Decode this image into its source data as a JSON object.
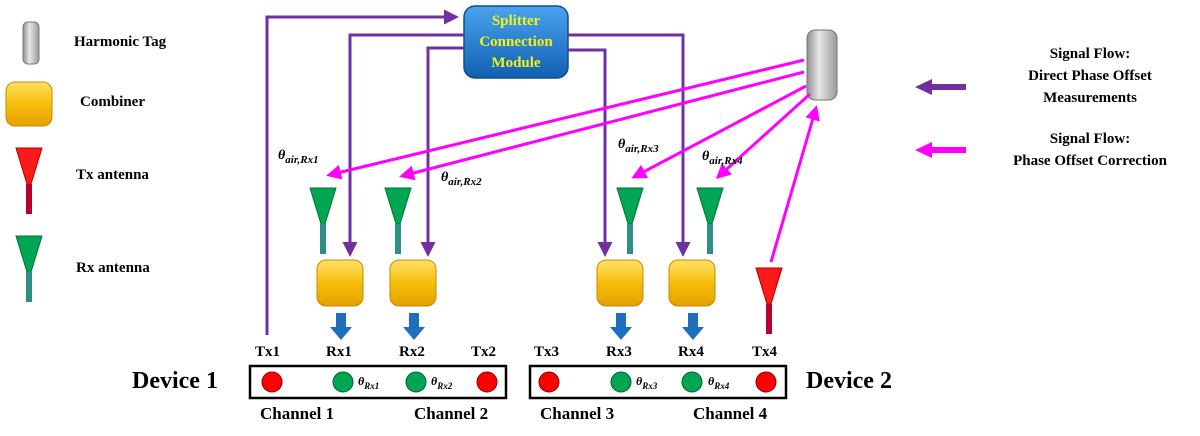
{
  "legend": {
    "harmonic_tag": "Harmonic Tag",
    "combiner": "Combiner",
    "tx_antenna": "Tx antenna",
    "rx_antenna": "Rx antenna"
  },
  "splitter": {
    "line1": "Splitter",
    "line2": "Connection",
    "line3": "Module"
  },
  "flows": {
    "direct_line1": "Signal Flow:",
    "direct_line2": "Direct Phase Offset",
    "direct_line3": "Measurements",
    "correction_line1": "Signal Flow:",
    "correction_line2": "Phase Offset Correction",
    "direct_color": "#7030a0",
    "correction_color": "#ff00ff"
  },
  "air_angles": {
    "rx1": {
      "symbol": "θ",
      "sub": "air,Rx1"
    },
    "rx2": {
      "symbol": "θ",
      "sub": "air,Rx2"
    },
    "rx3": {
      "symbol": "θ",
      "sub": "air,Rx3"
    },
    "rx4": {
      "symbol": "θ",
      "sub": "air,Rx4"
    }
  },
  "ports": {
    "tx1": "Tx1",
    "rx1": "Rx1",
    "rx2": "Rx2",
    "tx2": "Tx2",
    "tx3": "Tx3",
    "rx3": "Rx3",
    "rx4": "Rx4",
    "tx4": "Tx4"
  },
  "channel_angles": {
    "rx1": {
      "symbol": "θ",
      "sub": "Rx1"
    },
    "rx2": {
      "symbol": "θ",
      "sub": "Rx2"
    },
    "rx3": {
      "symbol": "θ",
      "sub": "Rx3"
    },
    "rx4": {
      "symbol": "θ",
      "sub": "Rx4"
    }
  },
  "devices": {
    "device1": "Device 1",
    "device2": "Device 2"
  },
  "channels": {
    "ch1": "Channel 1",
    "ch2": "Channel 2",
    "ch3": "Channel 3",
    "ch4": "Channel 4"
  },
  "colors": {
    "tx_red": "#ff0000",
    "rx_green": "#00a651",
    "combiner_gold": "#f5b800",
    "splitter_blue": "#1f74c8",
    "down_arrow_blue": "#1f6fbf"
  }
}
